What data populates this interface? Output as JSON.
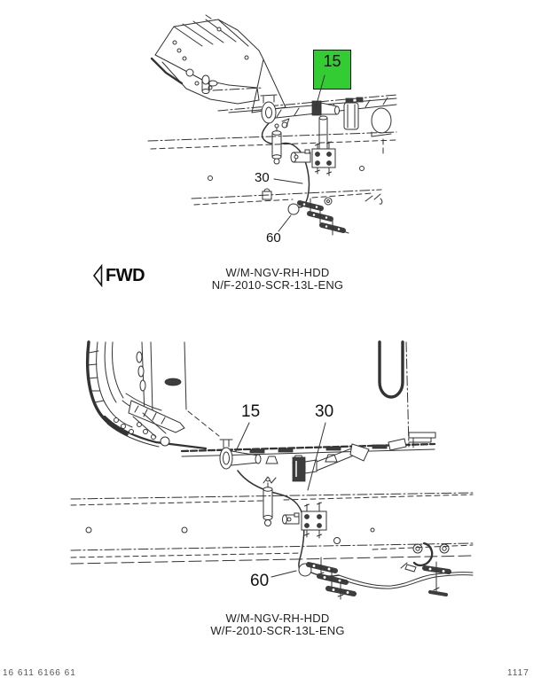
{
  "figures": {
    "top": {
      "fwd_label": "FWD",
      "caption": [
        "W/M-NGV-RH-HDD",
        "N/F-2010-SCR-13L-ENG"
      ],
      "callouts": {
        "c15": {
          "label": "15",
          "highlighted": true
        },
        "c30": {
          "label": "30",
          "highlighted": false
        },
        "c60": {
          "label": "60",
          "highlighted": false
        }
      }
    },
    "bottom": {
      "caption": [
        "W/M-NGV-RH-HDD",
        "W/F-2010-SCR-13L-ENG"
      ],
      "callouts": {
        "c15": {
          "label": "15",
          "highlighted": false
        },
        "c30": {
          "label": "30",
          "highlighted": false
        },
        "c60": {
          "label": "60",
          "highlighted": false
        }
      }
    }
  },
  "colors": {
    "highlight_green": "#33cc33",
    "line": "#333333"
  },
  "footer": {
    "left_code": "16 611 6166 61",
    "right_code": "1117"
  }
}
